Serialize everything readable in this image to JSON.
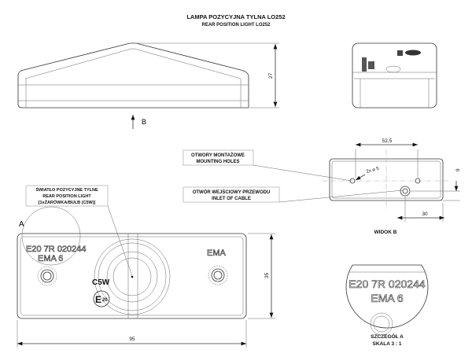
{
  "title": {
    "pl": "LAMPA POZYCYJNA TYLNA LO252",
    "en": "REAR POSITION LIGHT LO252"
  },
  "view_b_arrow_label": "B",
  "dimensions": {
    "height": "27",
    "hole_spacing": "52,5",
    "hole_diameter": "2x ⌀ 5",
    "edge_offset": "9",
    "cable_offset": "30",
    "width": "95",
    "depth": "35"
  },
  "callouts": {
    "mounting_holes": {
      "pl": "OTWORY MONTAŻOWE",
      "en": "MOUNTING HOLES"
    },
    "cable_inlet": {
      "pl": "OTWÓR WEJŚCIOWY PRZEWODU",
      "en": "INLET OF CABLE"
    },
    "light": {
      "pl": "ŚWIATŁO POZYCYJNE TYLNE",
      "en": "REAR POSITION LIGHT",
      "bulb": "[1xŻARÓWKA/BULB (C5W)]"
    }
  },
  "view_b_label": "WIDOK B",
  "detail_marker": "A",
  "lens_markings": {
    "approval": "E20 7R 020244",
    "model": "EMA 6",
    "brand": "EMA",
    "bulb": "C5W",
    "emark": "E",
    "emark_num": "20"
  },
  "detail": {
    "approval": "E20 7R 020244",
    "model": "EMA 6",
    "title": "SZCZEGÓŁ A",
    "scale": "SKALA 3 : 1"
  }
}
